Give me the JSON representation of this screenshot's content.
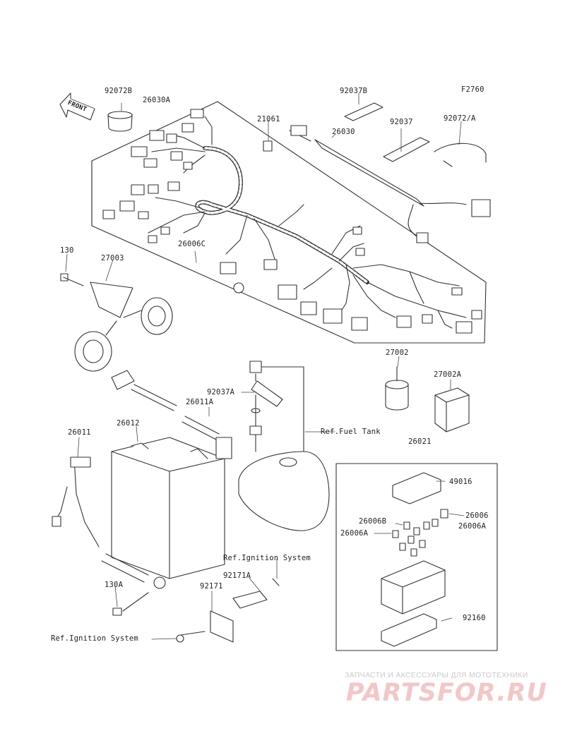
{
  "diagram": {
    "figure_code": "F2760",
    "front_label": "FRONT",
    "colors": {
      "line": "#333333",
      "watermark_text": "#c9c9c9",
      "watermark_logo": "#f5c6c6"
    },
    "part_labels": [
      "92072B",
      "26030A",
      "92037B",
      "21061",
      "26030",
      "92037",
      "92072/A",
      "26006C",
      "130",
      "27003",
      "27002",
      "27002A",
      "92037A",
      "26011A",
      "26011",
      "26012",
      "26021",
      "49016",
      "26006",
      "26006B",
      "26006A",
      "26006A",
      "130A",
      "92171A",
      "92171",
      "92160"
    ],
    "references": {
      "fuel_tank": "Ref.Fuel Tank",
      "ignition_1": "Ref.Ignition System",
      "ignition_2": "Ref.Ignition System"
    },
    "watermark": {
      "tagline": "ЗАПЧАСТИ И АКСЕССУАРЫ ДЛЯ МОТОТЕХНИКИ",
      "logo": "PARTSFOR.RU"
    }
  }
}
